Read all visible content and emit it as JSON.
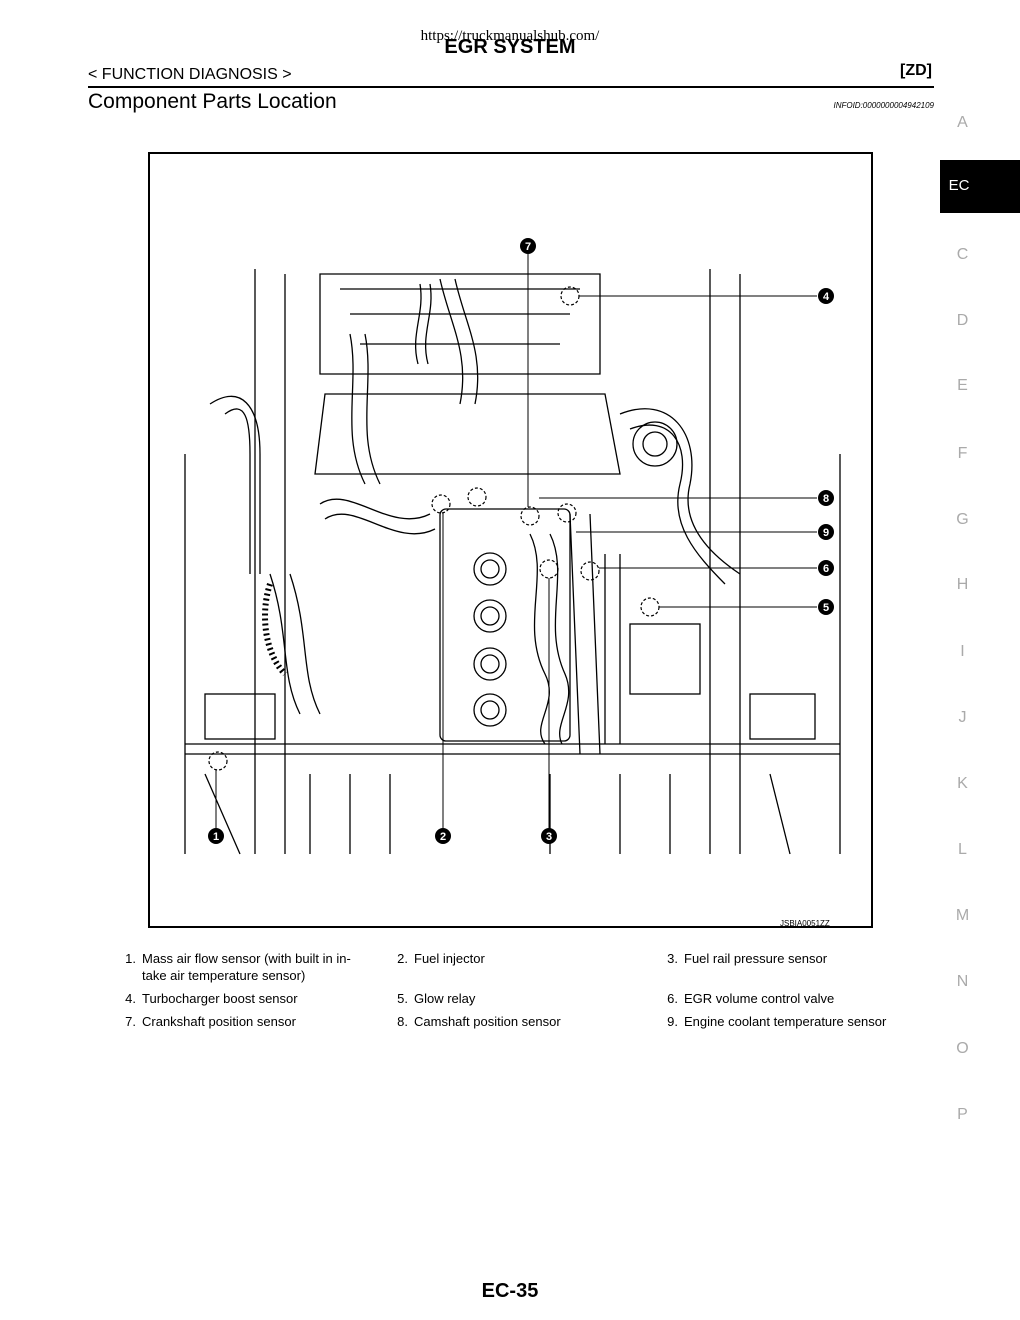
{
  "header": {
    "url": "https://truckmanualshub.com/",
    "doc_title": "EGR SYSTEM",
    "section": "< FUNCTION DIAGNOSIS >",
    "model": "[ZD]",
    "page_heading": "Component Parts Location",
    "info_id": "INFOID:0000000004942109"
  },
  "side_index": {
    "letters": [
      "A",
      "EC",
      "C",
      "D",
      "E",
      "F",
      "G",
      "H",
      "I",
      "J",
      "K",
      "L",
      "M",
      "N",
      "O",
      "P"
    ],
    "active": "EC"
  },
  "figure": {
    "code": "JSBIA0051ZZ",
    "callouts": [
      "1",
      "2",
      "3",
      "4",
      "5",
      "6",
      "7",
      "8",
      "9"
    ]
  },
  "legend": [
    {
      "num": "1.",
      "text": "Mass air flow sensor (with built in in-take air temperature sensor)"
    },
    {
      "num": "2.",
      "text": "Fuel injector"
    },
    {
      "num": "3.",
      "text": "Fuel rail pressure sensor"
    },
    {
      "num": "4.",
      "text": "Turbocharger boost sensor"
    },
    {
      "num": "5.",
      "text": "Glow relay"
    },
    {
      "num": "6.",
      "text": "EGR volume control valve"
    },
    {
      "num": "7.",
      "text": "Crankshaft position sensor"
    },
    {
      "num": "8.",
      "text": "Camshaft position sensor"
    },
    {
      "num": "9.",
      "text": "Engine coolant temperature sensor"
    }
  ],
  "footer": {
    "page_number": "EC-35"
  }
}
